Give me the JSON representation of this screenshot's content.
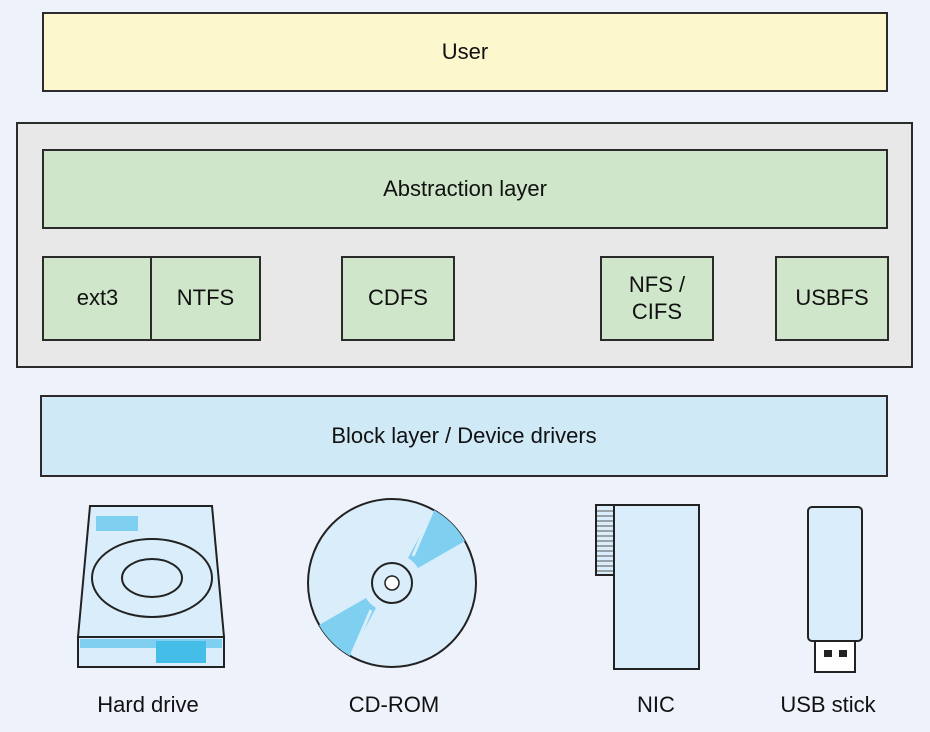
{
  "layers": {
    "user": "User",
    "abstraction": "Abstraction layer",
    "block": "Block layer / Device drivers"
  },
  "filesystems": {
    "ext3": "ext3",
    "ntfs": "NTFS",
    "cdfs": "CDFS",
    "nfs": "NFS /\nCIFS",
    "usbfs": "USBFS"
  },
  "devices": {
    "hard_drive": "Hard drive",
    "cd_rom": "CD-ROM",
    "nic": "NIC",
    "usb_stick": "USB stick"
  },
  "colors": {
    "background": "#eef2fb",
    "user_layer": "#fdf7cd",
    "fs_container": "#e8e8e8",
    "abstraction_layer": "#cfe6ca",
    "block_layer": "#cfe9f7",
    "device_fill": "#d9eefa",
    "device_accent": "#7fcff0"
  }
}
